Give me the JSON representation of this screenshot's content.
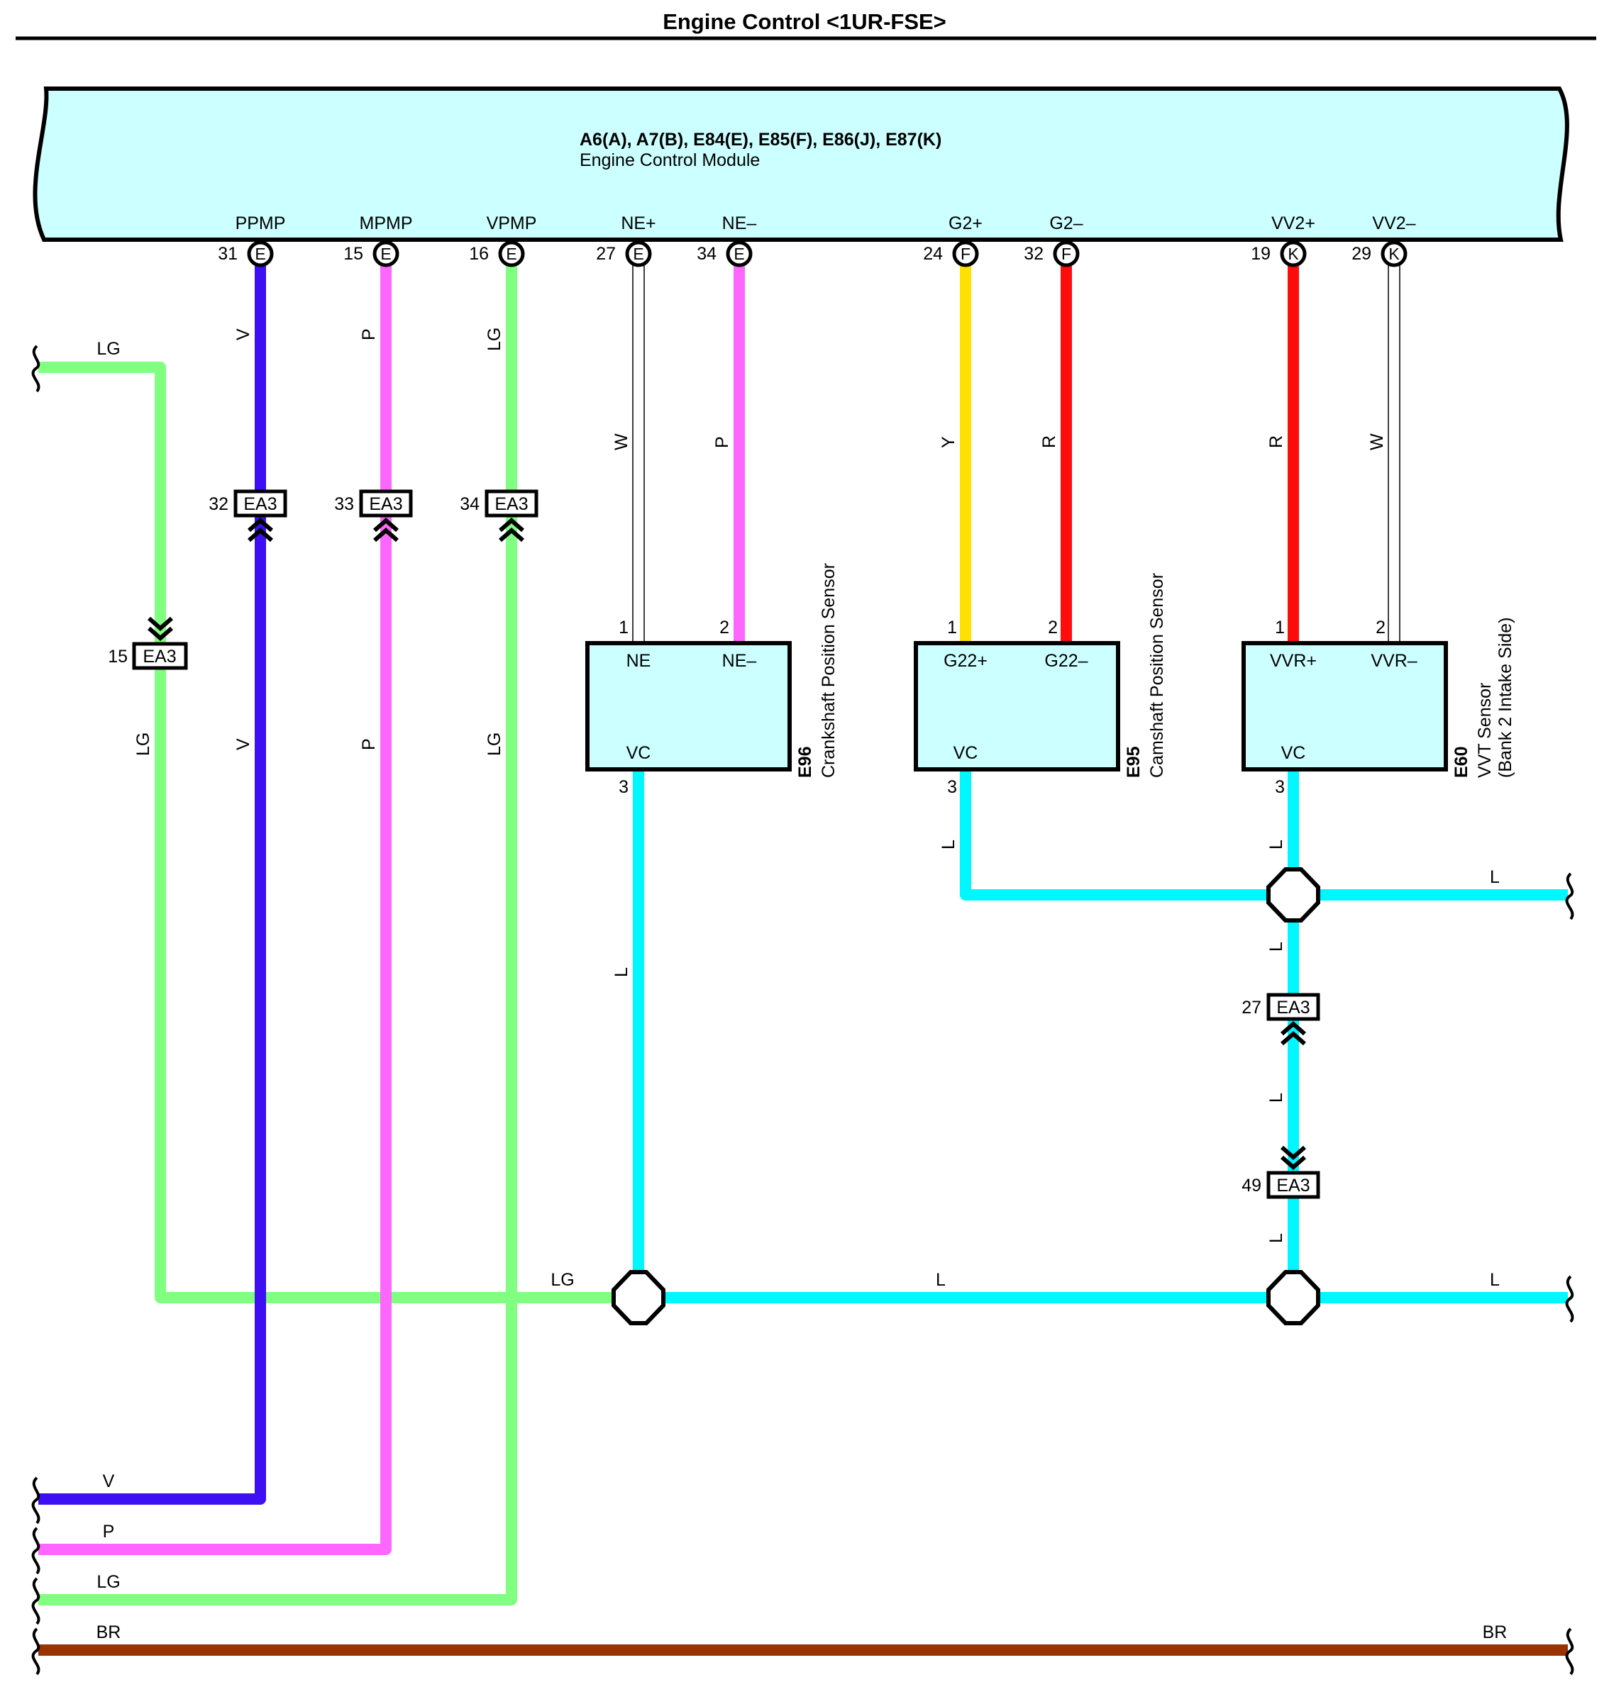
{
  "title": "Engine Control <1UR-FSE>",
  "colors": {
    "V": "#3d0ff2",
    "P": "#ff66ff",
    "LG": "#80ff80",
    "W": "#ffffff",
    "Y": "#ffe100",
    "R": "#ff0d0d",
    "L": "#00f7ff",
    "BR": "#993300",
    "box": "#ccffff"
  },
  "ecm": {
    "connectors": "A6(A), A7(B), E84(E), E85(F), E86(J), E87(K)",
    "name": "Engine Control Module",
    "pins": [
      {
        "signal": "PPMP",
        "pin": "31",
        "conn": "E"
      },
      {
        "signal": "MPMP",
        "pin": "15",
        "conn": "E"
      },
      {
        "signal": "VPMP",
        "pin": "16",
        "conn": "E"
      },
      {
        "signal": "NE+",
        "pin": "27",
        "conn": "E"
      },
      {
        "signal": "NE–",
        "pin": "34",
        "conn": "E"
      },
      {
        "signal": "G2+",
        "pin": "24",
        "conn": "F"
      },
      {
        "signal": "G2–",
        "pin": "32",
        "conn": "F"
      },
      {
        "signal": "VV2+",
        "pin": "19",
        "conn": "K"
      },
      {
        "signal": "VV2–",
        "pin": "29",
        "conn": "K"
      }
    ]
  },
  "wire_labels": {
    "ppmp_upper": "V",
    "ppmp_lower": "V",
    "mpmp_upper": "P",
    "mpmp_lower": "P",
    "vpmp_upper": "LG",
    "vpmp_lower": "LG",
    "ne_plus": "W",
    "ne_minus": "P",
    "g2_plus": "Y",
    "g2_minus": "R",
    "vv2_plus": "R",
    "vv2_minus": "W",
    "left_lg_top": "LG",
    "left_lg_mid": "LG",
    "crank_vc": "L",
    "cam_vc": "L",
    "vvt_vc_1": "L",
    "vvt_vc_2": "L",
    "vvt_vc_3": "L",
    "vvt_vc_4": "L",
    "right_top": "L",
    "bus_mid": "L",
    "right_bottom": "L",
    "bus_lg": "LG",
    "bottom_v": "V",
    "bottom_p": "P",
    "bottom_lg": "LG",
    "br_left": "BR",
    "br_right": "BR"
  },
  "junctions": [
    {
      "id": "ppmp",
      "conn": "EA3",
      "pin": "32"
    },
    {
      "id": "mpmp",
      "conn": "EA3",
      "pin": "33"
    },
    {
      "id": "vpmp",
      "conn": "EA3",
      "pin": "34"
    },
    {
      "id": "left",
      "conn": "EA3",
      "pin": "15"
    },
    {
      "id": "vvt_a",
      "conn": "EA3",
      "pin": "27"
    },
    {
      "id": "vvt_b",
      "conn": "EA3",
      "pin": "49"
    }
  ],
  "sensors": [
    {
      "id": "E96",
      "name": "Crankshaft Position Sensor",
      "pin1": "1",
      "pin2": "2",
      "pin3": "3",
      "term1": "NE",
      "term2": "NE–",
      "term3": "VC"
    },
    {
      "id": "E95",
      "name": "Camshaft Position Sensor",
      "pin1": "1",
      "pin2": "2",
      "pin3": "3",
      "term1": "G22+",
      "term2": "G22–",
      "term3": "VC"
    },
    {
      "id": "E60",
      "name": "VVT Sensor",
      "name2": "(Bank 2 Intake Side)",
      "pin1": "1",
      "pin2": "2",
      "pin3": "3",
      "term1": "VVR+",
      "term2": "VVR–",
      "term3": "VC"
    }
  ]
}
